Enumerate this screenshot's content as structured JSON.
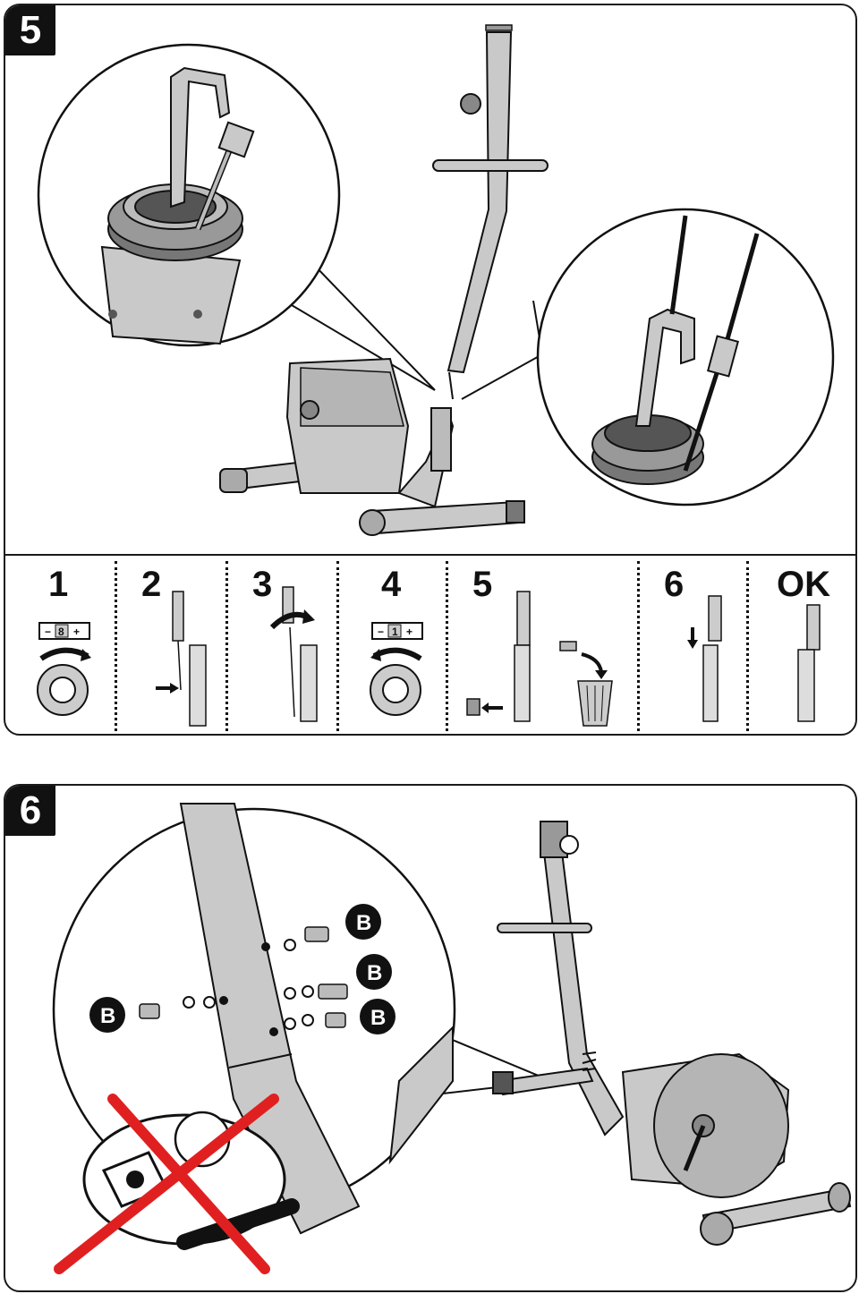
{
  "steps": {
    "main_step_5": "5",
    "main_step_6": "6"
  },
  "substeps": [
    {
      "label": "1",
      "scale": {
        "minus": "−",
        "value": "8",
        "plus": "+"
      }
    },
    {
      "label": "2"
    },
    {
      "label": "3"
    },
    {
      "label": "4",
      "scale": {
        "minus": "−",
        "value": "1",
        "plus": "+"
      }
    },
    {
      "label": "5"
    },
    {
      "label": "6"
    },
    {
      "label": "OK"
    }
  ],
  "bolt_labels": [
    "B",
    "B",
    "B",
    "B"
  ],
  "colors": {
    "ink": "#111111",
    "metal_fill": "#c9c9c9",
    "metal_dark": "#9a9a9a",
    "warning_red": "#e02020"
  }
}
